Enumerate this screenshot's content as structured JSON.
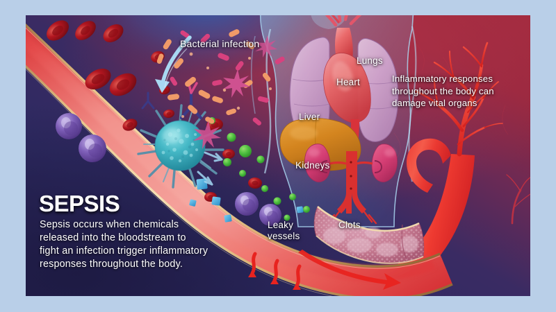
{
  "frame": {
    "border_color": "#b9cfe8",
    "illustration_bg": "#241f4d"
  },
  "title": "SEPSIS",
  "description": "Sepsis occurs when chemicals\nreleased into the bloodstream to\nfight an infection trigger inflammatory\nresponses throughout the body.",
  "captions": {
    "inflammatory": "Inflammatory responses\nthroughout the body can\ndamage vital organs"
  },
  "labels": {
    "bacterial_infection": "Bacterial infection",
    "lungs": "Lungs",
    "heart": "Heart",
    "liver": "Liver",
    "kidneys": "Kidneys",
    "leaky_vessels": "Leaky\nvessels",
    "clots": "Clots"
  },
  "colors": {
    "background_navy": "#2b2a5f",
    "background_crimson": "#8f2236",
    "background_purple": "#3b2457",
    "vessel_red": "#e8333a",
    "vessel_plasma": "#ef7d7c",
    "vessel_wall": "#c79a5e",
    "rbc_red": "#b4121c",
    "wbc_teal": "#3fb9c4",
    "lymphocyte_purple": "#7a5fb5",
    "cytokine_green": "#4cbe3f",
    "cytokine_blue": "#45a9e0",
    "bacteria_orange": "#f0915e",
    "bacteria_magenta": "#d4407e",
    "lungs_pink": "#d9b3d6",
    "heart_red": "#e85a62",
    "liver_orange": "#d98a2b",
    "kidney_pink": "#d8487d",
    "clot_mauve": "#c77a96",
    "torso_blue": "#7fb4dd",
    "arrow_lightblue": "#9fd3ef",
    "text_white": "#ffffff"
  },
  "graphic_elements": {
    "vessel": "large diagonal blood vessel running from upper-left to lower-right",
    "cells": [
      "red blood cells",
      "white blood cell macrophage",
      "lymphocytes",
      "antibody"
    ],
    "particles": [
      "green cytokine spheres",
      "blue cytokine squares"
    ],
    "organs": [
      "lungs",
      "heart",
      "liver",
      "kidneys",
      "aorta"
    ],
    "arrows": [
      "curved blue arrow into vessel",
      "red leak arrows out of vessel"
    ],
    "vasculature": "branching arterial tree at right"
  }
}
